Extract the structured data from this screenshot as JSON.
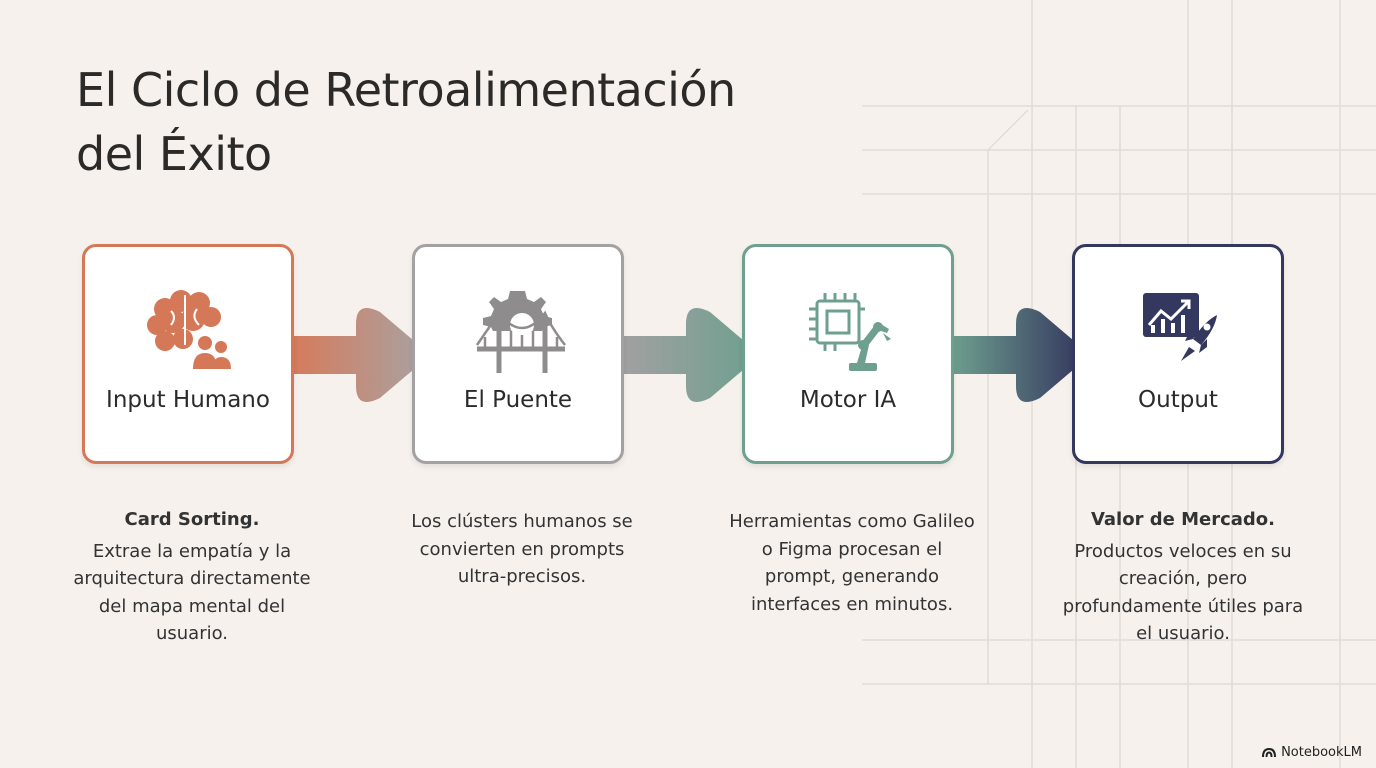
{
  "title": {
    "line1": "El Ciclo de Retroalimentación",
    "line2": "del Éxito"
  },
  "steps": [
    {
      "label": "Input Humano",
      "icon": "brain-people-icon",
      "color": "#d47858",
      "heading": "Card Sorting.",
      "text": "Extrae la empatía y la arquitectura directamente del mapa mental del usuario."
    },
    {
      "label": "El Puente",
      "icon": "gear-bridge-icon",
      "color": "#9f9c9e",
      "heading": "",
      "text": "Los clústers humanos se convierten en prompts ultra-precisos."
    },
    {
      "label": "Motor IA",
      "icon": "chip-robot-arm-icon",
      "color": "#6fa08f",
      "heading": "",
      "text": "Herramientas como Galileo o Figma procesan el prompt, generando interfaces en minutos."
    },
    {
      "label": "Output",
      "icon": "chart-rocket-icon",
      "color": "#34375e",
      "heading": "Valor de Mercado.",
      "text": "Productos veloces en su creación, pero profundamente útiles para el usuario."
    }
  ],
  "brand": "NotebookLM"
}
